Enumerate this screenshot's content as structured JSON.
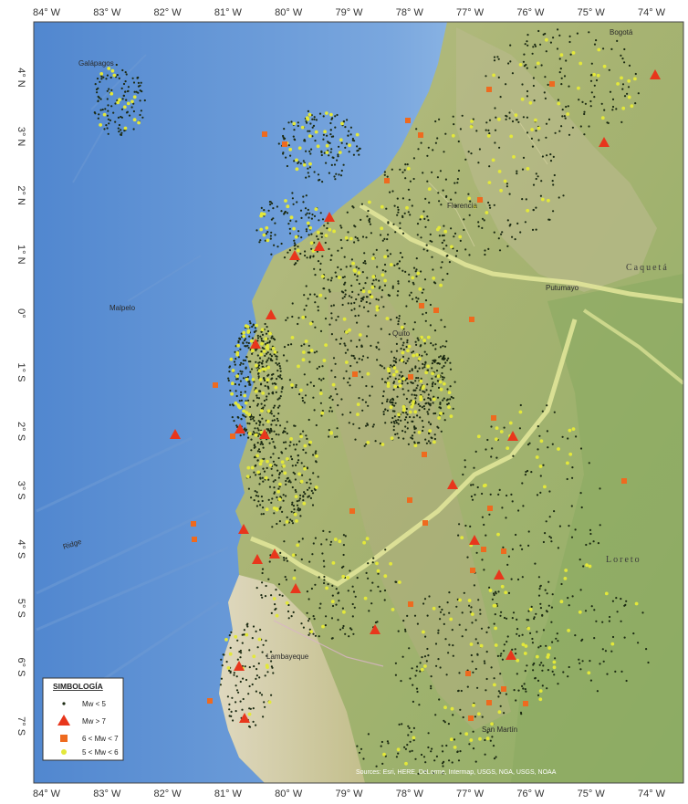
{
  "map": {
    "top_axis": [
      "84° W",
      "83° W",
      "82° W",
      "81° W",
      "80° W",
      "79° W",
      "78° W",
      "77° W",
      "76° W",
      "75° W",
      "74° W"
    ],
    "bottom_axis": [
      "84° W",
      "83° W",
      "82° W",
      "81° W",
      "80° W",
      "79° W",
      "78° W",
      "77° W",
      "76° W",
      "75° W",
      "74° W"
    ],
    "left_axis": [
      "4° N",
      "3° N",
      "2° N",
      "1° N",
      "0°",
      "1° S",
      "2° S",
      "3° S",
      "4° S",
      "5° S",
      "6° S",
      "7° S"
    ],
    "places": {
      "bogota": "Bogotá",
      "florence": "Florencia",
      "putumayo": "Putumayo",
      "caqueta": "Caquetá",
      "loreto": "Loreto",
      "malpelo": "Malpelo",
      "ecuador_cap": "Quito",
      "lambayeque": "Lambayeque",
      "san_martin": "San Martín",
      "gaplinfo": "Galápagos",
      "malpelo_ridge": "Ridge"
    },
    "legend": {
      "title": "SIMBOLOGÍA",
      "items": [
        {
          "label": "Mw < 5",
          "color": "#1b2a12",
          "shape": "dot"
        },
        {
          "label": "Mw > 7",
          "color": "#e8361c",
          "shape": "triangle"
        },
        {
          "label": "6 < Mw < 7",
          "color": "#ee6a1f",
          "shape": "square"
        },
        {
          "label": "5 < Mw < 6",
          "color": "#e3e83a",
          "shape": "circle"
        }
      ]
    },
    "credit": "Sources: Esri, HERE, DeLorme, Intermap, USGS, NGA, USGS, NOAA"
  },
  "colors": {
    "ocean_deep": "#3f74bf",
    "ocean_light": "#9fc6ea",
    "land": "#c9c88f",
    "jungle": "#97ad6d",
    "border": "#e4e89b"
  }
}
